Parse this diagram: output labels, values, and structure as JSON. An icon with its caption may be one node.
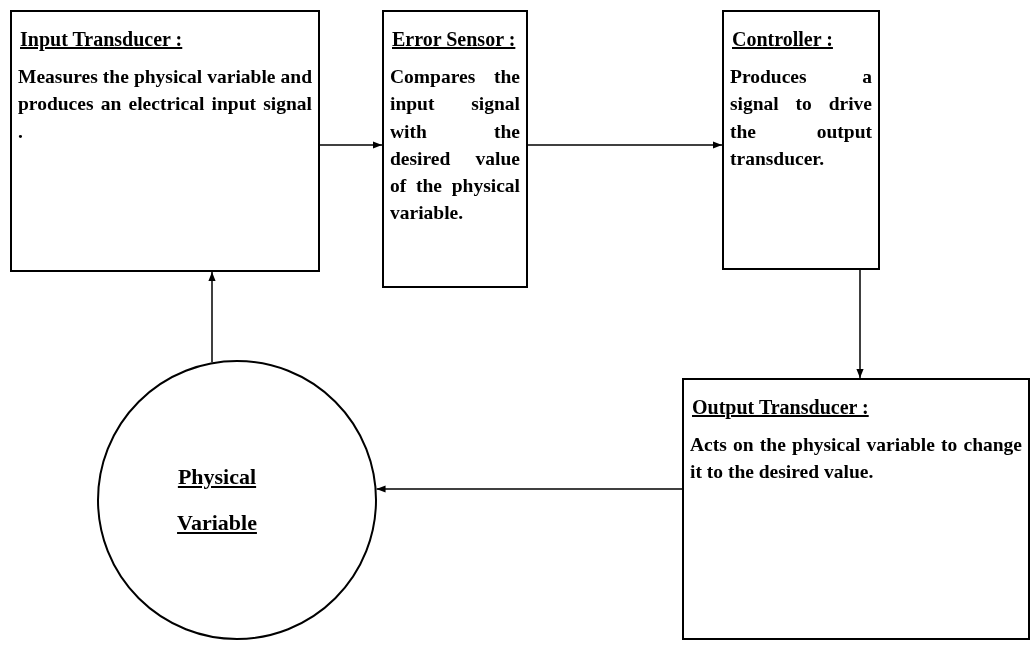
{
  "diagram": {
    "nodes": [
      {
        "text": [
          "Input Transducer :",
          "Measures the physical variable and produces an electrical input signal ."
        ]
      },
      {
        "text": [
          "Error Sensor :",
          "Compares the input signal with the desired value of the physical variable."
        ]
      },
      {
        "text": [
          "Controller :",
          "Produces a signal to drive the output transducer."
        ]
      },
      {
        "text": [
          "Output Transducer :",
          "Acts on the physical variable to change it to the desired value."
        ]
      },
      {
        "text": [
          "Physical Variable"
        ]
      }
    ],
    "edges": [
      {
        "from": 0,
        "to": 1,
        "arrow": "to"
      },
      {
        "from": 1,
        "to": 2,
        "arrow": "to"
      },
      {
        "from": 2,
        "to": 3,
        "arrow": "to"
      },
      {
        "from": 3,
        "to": 4,
        "arrow": "to"
      },
      {
        "from": 4,
        "to": 0,
        "arrow": "to"
      }
    ]
  }
}
